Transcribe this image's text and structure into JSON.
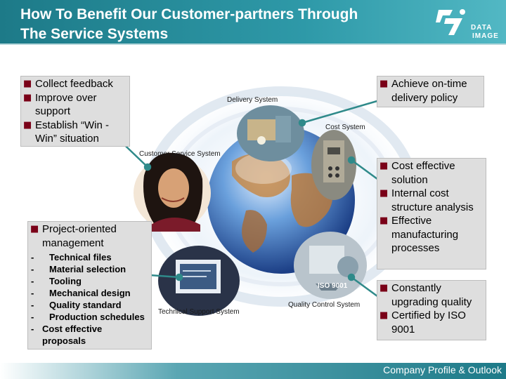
{
  "header": {
    "title_line1": "How To Benefit Our Customer-partners Through",
    "title_line2": "The Service Systems",
    "logo_word1": "DATA",
    "logo_word2": "IMAGE"
  },
  "diagram_labels": {
    "delivery": "Delivery System",
    "cost": "Cost System",
    "customer_service": "Customer Service System",
    "technical_support": "Technical Support System",
    "quality_control": "Quality Control System",
    "iso_badge": "ISO 9001"
  },
  "customer_box": {
    "items": [
      "Collect feedback",
      "Improve over support",
      "Establish “Win - Win” situation"
    ]
  },
  "delivery_box": {
    "items": [
      "Achieve on-time delivery policy"
    ]
  },
  "cost_box": {
    "items": [
      "Cost effective solution",
      "Internal cost structure analysis",
      "Effective manufacturing processes"
    ]
  },
  "technical_box": {
    "heading": "Project-oriented management",
    "subitems": [
      "Technical files",
      "Material selection",
      "Tooling",
      "Mechanical design",
      "Quality standard",
      "Production schedules",
      "Cost effective proposals"
    ]
  },
  "quality_box": {
    "items": [
      "Constantly upgrading quality",
      "Certified by ISO 9001"
    ]
  },
  "footer": {
    "text": "Company Profile & Outlook"
  },
  "colors": {
    "header": "#1d7a88",
    "connector": "#2f8a8a",
    "bullet": "#7a0018",
    "box_fill": "#dedede"
  },
  "icons": {
    "bullet": "n-bullet",
    "logo": "data-image-logo"
  }
}
